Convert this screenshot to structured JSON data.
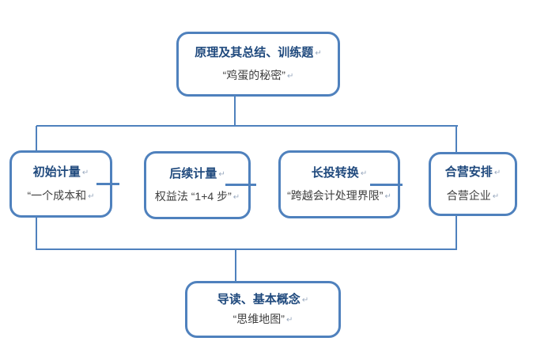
{
  "colors": {
    "accent": "#4F81BD",
    "title_text": "#1F497D",
    "body_text": "#404040",
    "return_mark": "#9AAABF"
  },
  "marks": {
    "return": "↵"
  },
  "diagram": {
    "top": {
      "title": "原理及其总结、训练题",
      "subtitle": "“鸡蛋的秘密”"
    },
    "middle": [
      {
        "title": "初始计量",
        "subtitle": "“一个成本和"
      },
      {
        "title": "后续计量",
        "subtitle": "权益法 “1+4 步”"
      },
      {
        "title": "长投转换",
        "subtitle": "“跨越会计处理界限”"
      },
      {
        "title": "合营安排",
        "subtitle": "合营企业"
      }
    ],
    "bottom": {
      "title": "导读、基本概念",
      "subtitle": "“思维地图”"
    }
  }
}
